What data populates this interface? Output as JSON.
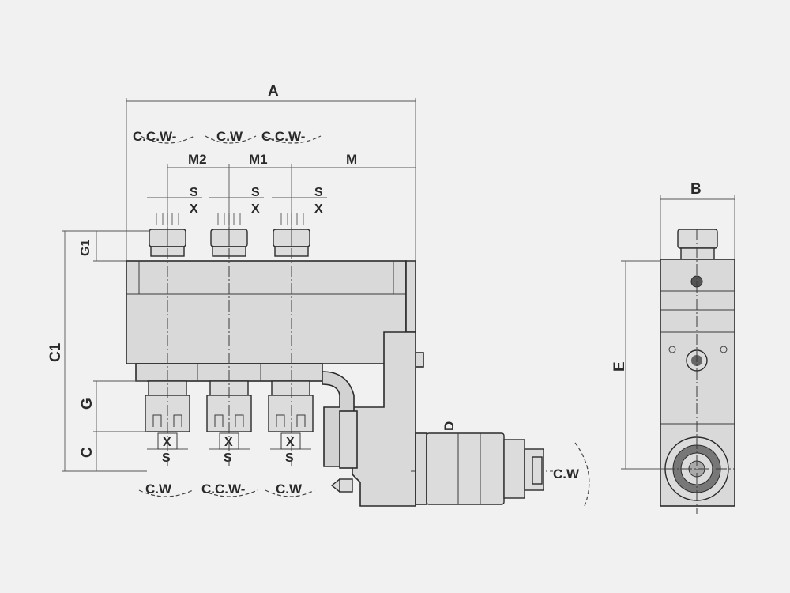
{
  "labels": {
    "A": "A",
    "B": "B",
    "C": "C",
    "C1": "C1",
    "D": "D",
    "E": "E",
    "G": "G",
    "G1": "G1",
    "M": "M",
    "M1": "M1",
    "M2": "M2",
    "S": "S",
    "X": "X",
    "CW": "C.W",
    "CCW": "C.C.W"
  },
  "top_rotation": [
    "C.C.W-",
    "C.W",
    "C.C.W-"
  ],
  "bottom_rotation": [
    "C.W",
    "C.C.W-",
    "C.W"
  ],
  "drive_rotation": "C.W"
}
